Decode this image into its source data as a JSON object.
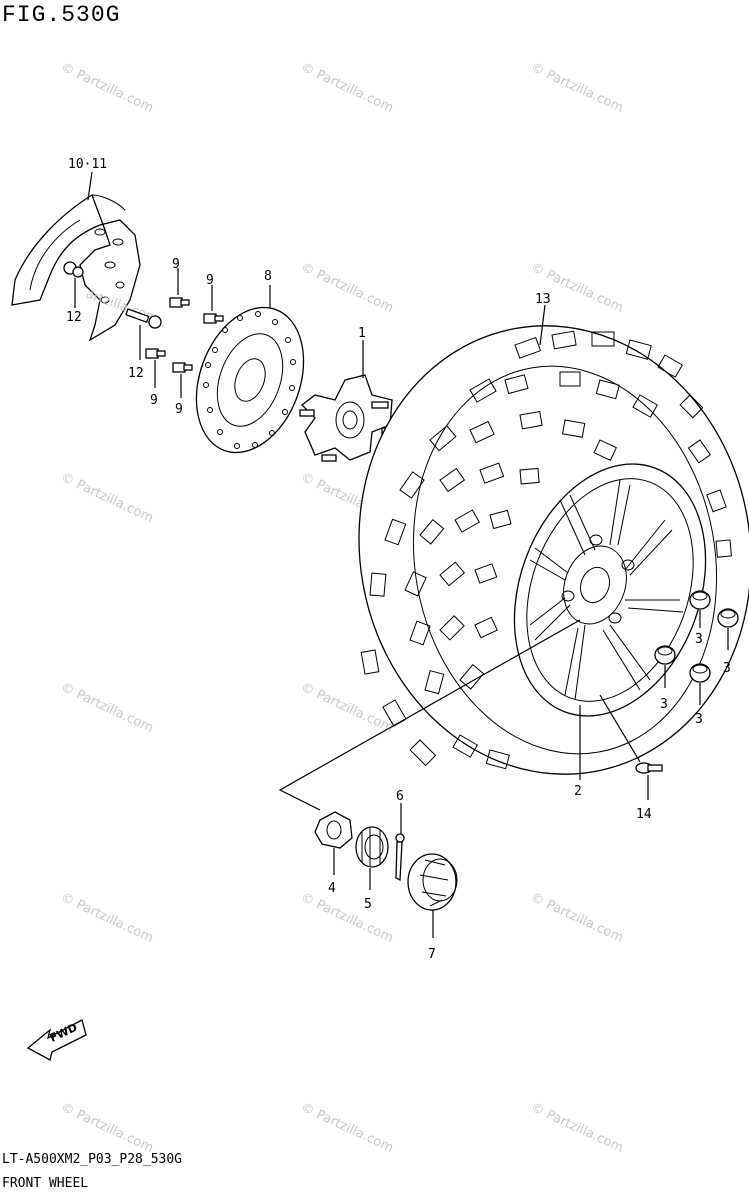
{
  "figure": {
    "title": "FIG.530G",
    "code": "LT-A500XM2_P03_P28_530G",
    "name": "FRONT WHEEL"
  },
  "callouts": {
    "c10_11": "10·11",
    "c12a": "12",
    "c12b": "12",
    "c9a": "9",
    "c9b": "9",
    "c9c": "9",
    "c9d": "9",
    "c8": "8",
    "c1": "1",
    "c13": "13",
    "c3a": "3",
    "c3b": "3",
    "c3c": "3",
    "c3d": "3",
    "c2": "2",
    "c14": "14",
    "c6": "6",
    "c4": "4",
    "c5": "5",
    "c7": "7"
  },
  "fwd": {
    "label": "FWD"
  },
  "watermark": {
    "text": "© Partzilla.com",
    "inline": "artzilla.com"
  }
}
